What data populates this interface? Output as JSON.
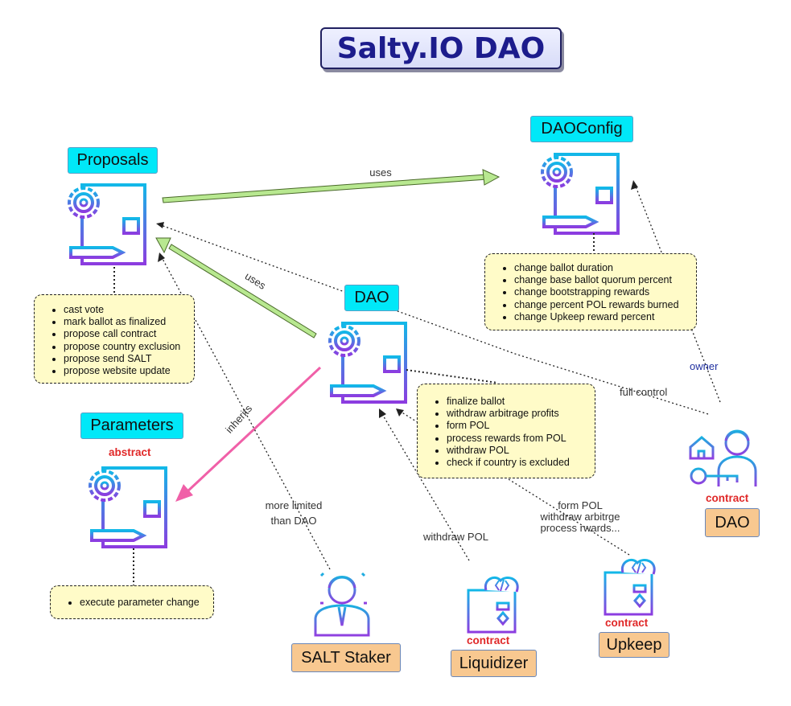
{
  "title": "Salty.IO DAO",
  "nodes": {
    "proposals": {
      "label": "Proposals",
      "functions": [
        "cast vote",
        "mark ballot as finalized",
        "propose call contract",
        "propose country exclusion",
        "propose send SALT",
        "propose website update"
      ]
    },
    "daoconfig": {
      "label": "DAOConfig",
      "functions": [
        "change ballot duration",
        "change base ballot quorum percent",
        "change bootstrapping rewards",
        "change percent POL rewards burned",
        "change Upkeep reward percent"
      ]
    },
    "dao": {
      "label": "DAO",
      "functions": [
        "finalize ballot",
        "withdraw arbitrage profits",
        "form POL",
        "process rewards from POL",
        "withdraw POL",
        "check if country is excluded"
      ]
    },
    "parameters": {
      "label": "Parameters",
      "stereotype": "abstract",
      "functions": [
        "execute parameter change"
      ]
    }
  },
  "actors": {
    "dao_owner": {
      "label": "DAO",
      "stereotype": "contract"
    },
    "salt_staker": {
      "label": "SALT Staker"
    },
    "liquidizer": {
      "label": "Liquidizer",
      "stereotype": "contract"
    },
    "upkeep": {
      "label": "Upkeep",
      "stereotype": "contract"
    }
  },
  "edges": {
    "proposals_uses_daoconfig": "uses",
    "dao_uses_proposals": "uses",
    "dao_inherits_parameters": "inherits",
    "owner_to_daoconfig": "owner",
    "owner_to_proposals": "full control",
    "staker_to_proposals": [
      "more limited",
      "than DAO"
    ],
    "liquidizer_to_dao": "withdraw POL",
    "upkeep_to_dao": [
      "form POL",
      "withdraw arbitrge",
      "process rwards..."
    ]
  },
  "colors": {
    "title_text": "#1c1c8c",
    "node_label_bg": "#00e8f8",
    "actor_label_bg": "#f8c890",
    "note_bg": "#fffbc8",
    "uses_arrow": "#b8e890",
    "inherits_arrow": "#f060a8",
    "stereotype_text": "#e02828",
    "owner_text": "#2030a0"
  },
  "icons": [
    "settings-document-icon",
    "user-house-key-icon",
    "businessman-icon",
    "code-window-icon"
  ]
}
